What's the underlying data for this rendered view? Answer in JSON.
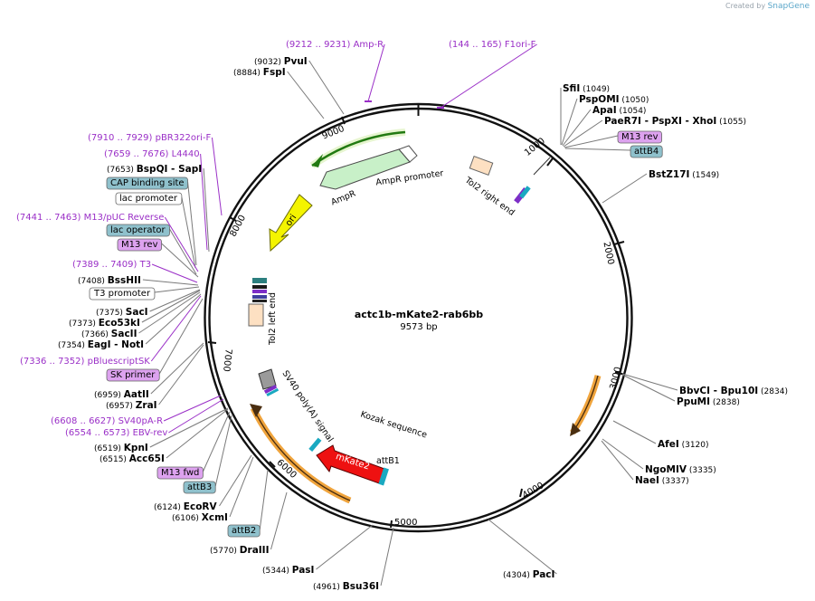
{
  "credit": {
    "prefix": "Created by",
    "brand": "SnapGene"
  },
  "plasmid": {
    "name": "actc1b-mKate2-rab6bb",
    "size": "9573 bp"
  },
  "ticks": [
    "1000",
    "2000",
    "3000",
    "4000",
    "5000",
    "6000",
    "7000",
    "8000",
    "9000"
  ],
  "features": {
    "ampr": "AmpR",
    "ampr_promoter": "AmpR promoter",
    "ori": "ori",
    "tol2_right": "Tol2 right end",
    "tol2_left": "Tol2 left end",
    "sv40": "SV40 poly(A) signal",
    "kozak": "Kozak sequence",
    "mkate2": "mKate2",
    "attb1": "attB1"
  },
  "labels": [
    {
      "id": "amp-r-primer",
      "pos": "(9212 .. 9231)",
      "name": "Amp-R",
      "kind": "primer"
    },
    {
      "id": "f1ori-f-primer",
      "pos": "(144 .. 165)",
      "name": "F1ori-F",
      "kind": "primer"
    },
    {
      "id": "pvui",
      "pos": "(9032)",
      "name": "PvuI",
      "kind": "enzyme"
    },
    {
      "id": "fspi",
      "pos": "(8884)",
      "name": "FspI",
      "kind": "enzyme"
    },
    {
      "id": "sfii",
      "pos": "(1049)",
      "name": "SfiI",
      "kind": "enzyme"
    },
    {
      "id": "pspomi",
      "pos": "(1050)",
      "name": "PspOMI",
      "kind": "enzyme"
    },
    {
      "id": "apai",
      "pos": "(1054)",
      "name": "ApaI",
      "kind": "enzyme"
    },
    {
      "id": "paer7i",
      "pos": "(1055)",
      "name": "PaeR7I",
      "name2": "- PspXI",
      "name3": "- XhoI",
      "kind": "enzyme"
    },
    {
      "id": "m13-rev-right",
      "name": "M13 rev",
      "kind": "boxp"
    },
    {
      "id": "attb4",
      "name": "attB4",
      "kind": "boxb"
    },
    {
      "id": "bstz17i",
      "pos": "(1549)",
      "name": "BstZ17I",
      "kind": "enzyme"
    },
    {
      "id": "pbr322ori-f",
      "pos": "(7910 .. 7929)",
      "name": "pBR322ori-F",
      "kind": "primer"
    },
    {
      "id": "l4440",
      "pos": "(7659 .. 7676)",
      "name": "L4440",
      "kind": "primer"
    },
    {
      "id": "bspqi",
      "pos": "(7653)",
      "name": "BspQI",
      "name2": "- SapI",
      "kind": "enzyme"
    },
    {
      "id": "cap-binding-site",
      "name": "CAP binding site",
      "kind": "boxb"
    },
    {
      "id": "lac-promoter",
      "name": "lac promoter",
      "kind": "boxw"
    },
    {
      "id": "m13-puc-reverse",
      "pos": "(7441 .. 7463)",
      "name": "M13/pUC Reverse",
      "kind": "primer"
    },
    {
      "id": "lac-operator",
      "name": "lac operator",
      "kind": "boxb"
    },
    {
      "id": "m13-rev-left",
      "name": "M13 rev",
      "kind": "boxp"
    },
    {
      "id": "t3-primer",
      "pos": "(7389 .. 7409)",
      "name": "T3",
      "kind": "primer"
    },
    {
      "id": "bsshii",
      "pos": "(7408)",
      "name": "BssHII",
      "kind": "enzyme"
    },
    {
      "id": "t3-promoter",
      "name": "T3 promoter",
      "kind": "boxw"
    },
    {
      "id": "saci",
      "pos": "(7375)",
      "name": "SacI",
      "kind": "enzyme"
    },
    {
      "id": "eco53ki",
      "pos": "(7373)",
      "name": "Eco53kI",
      "kind": "enzyme"
    },
    {
      "id": "sacii",
      "pos": "(7366)",
      "name": "SacII",
      "kind": "enzyme"
    },
    {
      "id": "eagi",
      "pos": "(7354)",
      "name": "EagI",
      "name2": "- NotI",
      "kind": "enzyme"
    },
    {
      "id": "pbluescriptsk",
      "pos": "(7336 .. 7352)",
      "name": "pBluescriptSK",
      "kind": "primer"
    },
    {
      "id": "sk-primer",
      "name": "SK primer",
      "kind": "boxp"
    },
    {
      "id": "aatii",
      "pos": "(6959)",
      "name": "AatII",
      "kind": "enzyme"
    },
    {
      "id": "zrai",
      "pos": "(6957)",
      "name": "ZraI",
      "kind": "enzyme"
    },
    {
      "id": "sv40pa-r",
      "pos": "(6608 .. 6627)",
      "name": "SV40pA-R",
      "kind": "primer"
    },
    {
      "id": "ebv-rev",
      "pos": "(6554 .. 6573)",
      "name": "EBV-rev",
      "kind": "primer"
    },
    {
      "id": "kpni",
      "pos": "(6519)",
      "name": "KpnI",
      "kind": "enzyme"
    },
    {
      "id": "acc65i",
      "pos": "(6515)",
      "name": "Acc65I",
      "kind": "enzyme"
    },
    {
      "id": "m13-fwd",
      "name": "M13 fwd",
      "kind": "boxp"
    },
    {
      "id": "attb3",
      "name": "attB3",
      "kind": "boxb"
    },
    {
      "id": "ecorv",
      "pos": "(6124)",
      "name": "EcoRV",
      "kind": "enzyme"
    },
    {
      "id": "xcmi",
      "pos": "(6106)",
      "name": "XcmI",
      "kind": "enzyme"
    },
    {
      "id": "attb2",
      "name": "attB2",
      "kind": "boxb"
    },
    {
      "id": "draiii",
      "pos": "(5770)",
      "name": "DraIII",
      "kind": "enzyme"
    },
    {
      "id": "pasi",
      "pos": "(5344)",
      "name": "PasI",
      "kind": "enzyme"
    },
    {
      "id": "bsu36i",
      "pos": "(4961)",
      "name": "Bsu36I",
      "kind": "enzyme"
    },
    {
      "id": "paci",
      "pos": "(4304)",
      "name": "PacI",
      "kind": "enzyme"
    },
    {
      "id": "bbvci",
      "pos": "(2834)",
      "name": "BbvCI",
      "name2": "- Bpu10I",
      "kind": "enzyme"
    },
    {
      "id": "ppumi",
      "pos": "(2838)",
      "name": "PpuMI",
      "kind": "enzyme"
    },
    {
      "id": "afei",
      "pos": "(3120)",
      "name": "AfeI",
      "kind": "enzyme"
    },
    {
      "id": "ngomiv",
      "pos": "(3335)",
      "name": "NgoMIV",
      "kind": "enzyme"
    },
    {
      "id": "naei",
      "pos": "(3337)",
      "name": "NaeI",
      "kind": "enzyme"
    }
  ],
  "colors": {
    "backbone": "#111111",
    "primer": "#9a2fc7",
    "ampr": "#c8f0c8",
    "ori": "#f4f400",
    "mkate2": "#ee1111",
    "orange_arc": "#f0a43c",
    "box_blue": "#8fc1cc",
    "box_purple": "#dda2ef"
  }
}
